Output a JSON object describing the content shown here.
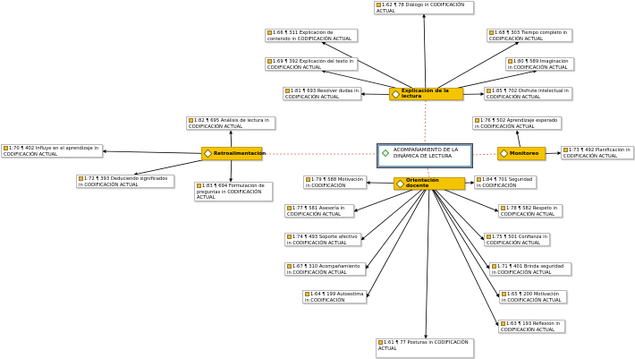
{
  "core": {
    "label": "ACOMPAÑAMIENTO DE LA DINÁMICA DE LECTURA"
  },
  "categories": [
    {
      "id": "explicacion",
      "label": "Explicación de la lectura"
    },
    {
      "id": "retro",
      "label": "Retroalimentación"
    },
    {
      "id": "monitoreo",
      "label": "Monitoreo"
    },
    {
      "id": "orientacion",
      "label": "Orientación docente"
    }
  ],
  "quotes": [
    {
      "id": "q1",
      "ref": "1:62 ¶ 78",
      "text": "Diálogo in CODIFICACIÓN ACTUAL"
    },
    {
      "id": "q2",
      "ref": "1:66 ¶ 311",
      "text": "Explicación de contenido in CODIFICACIÓN ACTUAL"
    },
    {
      "id": "q3",
      "ref": "1:68 ¶ 303",
      "text": "Tiempo completo in CODIFICACIÓN ACTUAL"
    },
    {
      "id": "q4",
      "ref": "1:69 ¶ 392",
      "text": "Explicación del texto in CODIFICACIÓN ACTUAL"
    },
    {
      "id": "q5",
      "ref": "1:80 ¶ 589",
      "text": "Imaginación in CODIFICACIÓN ACTUAL"
    },
    {
      "id": "q6",
      "ref": "1:81 ¶ 693",
      "text": "Resolver dudas in CODIFICACIÓN ACTUAL"
    },
    {
      "id": "q7",
      "ref": "1:85 ¶ 702",
      "text": "Disfrute intelectual in CODIFICACIÓN ACTUAL"
    },
    {
      "id": "q8",
      "ref": "1:82 ¶ 695",
      "text": "Análisis de lectura in CODIFICACIÓN ACTUAL"
    },
    {
      "id": "q9",
      "ref": "1:76 ¶ 502",
      "text": "Aprendizaje esperado in CODIFICACIÓN ACTUAL"
    },
    {
      "id": "q10",
      "ref": "1:70 ¶ 402",
      "text": "Influye en el aprendizaje in CODIFICACIÓN ACTUAL"
    },
    {
      "id": "q11",
      "ref": "1:73 ¶ 492",
      "text": "Planificación in CODIFICACIÓN ACTUAL"
    },
    {
      "id": "q12",
      "ref": "1:72 ¶ 393",
      "text": "Deduciendo significados in CODIFICACIÓN ACTUAL"
    },
    {
      "id": "q13",
      "ref": "1:83 ¶ 694",
      "text": "Formulación de preguntas in CODIFICACIÓN ACTUAL"
    },
    {
      "id": "q14",
      "ref": "1:79 ¶ 588",
      "text": "Motivación in CODIFICACIÓN ACTUAL"
    },
    {
      "id": "q15",
      "ref": "1:84 ¶ 701",
      "text": "Seguridad in CODIFICACIÓN ACTUAL"
    },
    {
      "id": "q16",
      "ref": "1:77 ¶ 581",
      "text": "Asesoría in CODIFICACIÓN ACTUAL"
    },
    {
      "id": "q17",
      "ref": "1:78 ¶ 582",
      "text": "Respeto in CODIFICACIÓN ACTUAL"
    },
    {
      "id": "q18",
      "ref": "1:74 ¶ 493",
      "text": "Soporte afectivo in CODIFICACIÓN ACTUAL"
    },
    {
      "id": "q19",
      "ref": "1:75 ¶ 501",
      "text": "Confianza in CODIFICACIÓN ACTUAL"
    },
    {
      "id": "q20",
      "ref": "1:67 ¶ 310",
      "text": "Acompañamiento in CODIFICACIÓN ACTUAL"
    },
    {
      "id": "q21",
      "ref": "1:71 ¶ 401",
      "text": "Brinda seguridad in CODIFICACIÓN ACTUAL"
    },
    {
      "id": "q22",
      "ref": "1:64 ¶ 199",
      "text": "Autoestima in CODIFICACIÓN ACTUAL"
    },
    {
      "id": "q23",
      "ref": "1:65 ¶ 200",
      "text": "Motivación in CODIFICACIÓN ACTUAL"
    },
    {
      "id": "q24",
      "ref": "1:63 ¶ 193",
      "text": "Reflexión in CODIFICACIÓN ACTUAL"
    },
    {
      "id": "q25",
      "ref": "1:61 ¶ 77",
      "text": "Posturas in CODIFICACIÓN ACTUAL"
    }
  ],
  "colors": {
    "category_fill": "#f5c400",
    "dashed_link": "#e06a50",
    "arrow": "#000000",
    "core_border": "#7a9bb8"
  },
  "icons": {
    "quote": "quotation-icon",
    "category": "code-diamond-icon",
    "core": "network-diamond-icon"
  }
}
